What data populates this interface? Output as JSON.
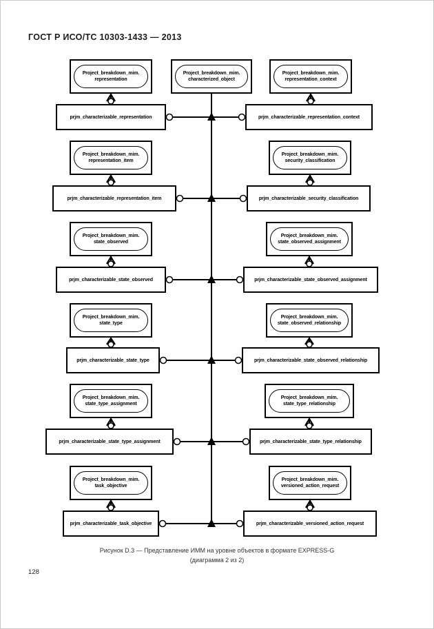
{
  "header": {
    "title": "ГОСТ Р ИСО/ТС 10303-1433 — 2013"
  },
  "diagram": {
    "center_ref": {
      "line1": "Project_breakdown_mim.",
      "line2": "characterized_object"
    },
    "rows": [
      {
        "left_ref_line1": "Project_breakdown_mim.",
        "left_ref_line2": "representation",
        "left_entity": "prjm_characterizable_representation",
        "right_ref_line1": "Project_breakdown_mim.",
        "right_ref_line2": "representation_context",
        "right_entity": "prjm_characterizable_representation_context"
      },
      {
        "left_ref_line1": "Project_breakdown_mim.",
        "left_ref_line2": "representation_item",
        "left_entity": "prjm_characterizable_representation_item",
        "right_ref_line1": "Project_breakdown_mim.",
        "right_ref_line2": "security_classification",
        "right_entity": "prjm_characterizable_security_classification"
      },
      {
        "left_ref_line1": "Project_breakdown_mim.",
        "left_ref_line2": "state_observed",
        "left_entity": "prjm_characterizable_state_observed",
        "right_ref_line1": "Project_breakdown_mim.",
        "right_ref_line2": "state_observed_assignment",
        "right_entity": "prjm_characterizable_state_observed_assignment"
      },
      {
        "left_ref_line1": "Project_breakdown_mim.",
        "left_ref_line2": "state_type",
        "left_entity": "prjm_characterizable_state_type",
        "right_ref_line1": "Project_breakdown_mim.",
        "right_ref_line2": "state_observed_relationship",
        "right_entity": "prjm_characterizable_state_observed_relationship"
      },
      {
        "left_ref_line1": "Project_breakdown_mim.",
        "left_ref_line2": "state_type_assignment",
        "left_entity": "prjm_characterizable_state_type_assignment",
        "right_ref_line1": "Project_breakdown_mim.",
        "right_ref_line2": "state_type_relationship",
        "right_entity": "prjm_characterizable_state_type_relationship"
      },
      {
        "left_ref_line1": "Project_breakdown_mim.",
        "left_ref_line2": "task_objective",
        "left_entity": "prjm_characterizable_task_objective",
        "right_ref_line1": "Project_breakdown_mim.",
        "right_ref_line2": "versioned_action_request",
        "right_entity": "prjm_characterizable_versioned_action_request"
      }
    ]
  },
  "caption": {
    "line1": "Рисунок D.3 — Представление ИММ на уровне объектов в формате EXPRESS-G",
    "line2": "(диаграмма 2 из 2)"
  },
  "page_number": "128"
}
